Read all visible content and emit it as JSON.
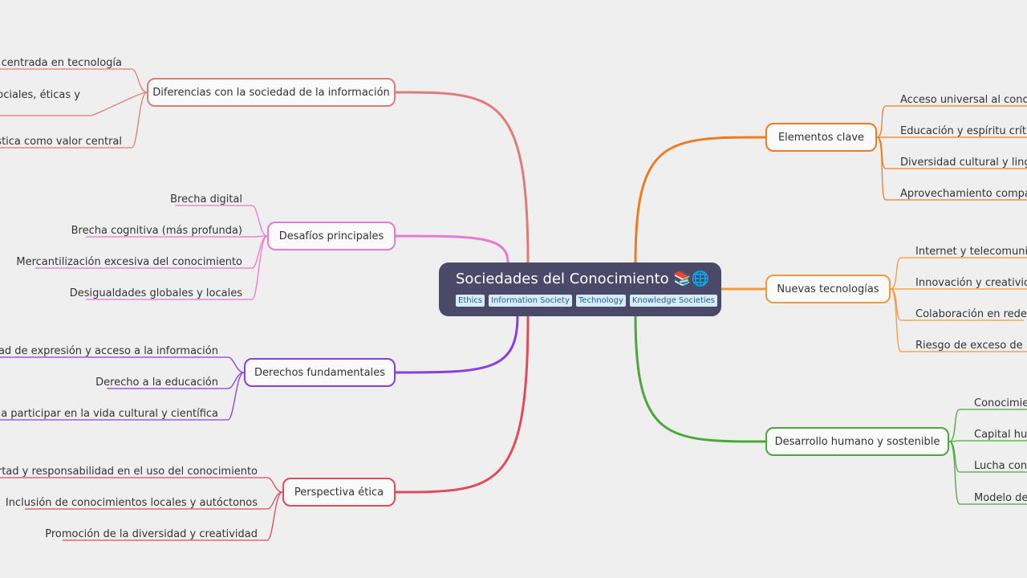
{
  "root": {
    "title": "Sociedades del Conocimiento 📚🌐",
    "tags": [
      "Ethics",
      "Information Society",
      "Technology",
      "Knowledge Societies"
    ]
  },
  "colors": {
    "background": "#efefef",
    "root_bg": "#4a4a68",
    "tag_bg": "#d7ecfa"
  },
  "branches": [
    {
      "id": "diferencias",
      "label": "Diferencias con la sociedad de la información",
      "color": "#e07b7b",
      "side": "left",
      "children": [
        "n: centrada en tecnología",
        "sociales, éticas y",
        "üística como valor central"
      ]
    },
    {
      "id": "desafios",
      "label": "Desafíos principales",
      "color": "#e878d0",
      "side": "left",
      "children": [
        "Brecha digital",
        "Brecha cognitiva (más profunda)",
        "Mercantilización excesiva del conocimiento",
        "Desigualdades globales y locales"
      ]
    },
    {
      "id": "derechos",
      "label": "Derechos fundamentales",
      "color": "#8a3de0",
      "side": "left",
      "children": [
        "bertad de expresión y acceso a la información",
        "Derecho a la educación",
        "echo a participar en la vida cultural y científica"
      ]
    },
    {
      "id": "etica",
      "label": "Perspectiva ética",
      "color": "#e04a5a",
      "side": "left",
      "children": [
        "Libertad y responsabilidad en el uso del conocimiento",
        "Inclusión de conocimientos locales y autóctonos",
        "Promoción de la diversidad y creatividad"
      ]
    },
    {
      "id": "elementos",
      "label": "Elementos clave",
      "color": "#f07a1e",
      "side": "right",
      "children": [
        "Acceso universal al conocim",
        "Educación y espíritu crítico",
        "Diversidad cultural y lingüí",
        "Aprovechamiento compart"
      ]
    },
    {
      "id": "tecnologias",
      "label": "Nuevas tecnologías",
      "color": "#f09a3a",
      "side": "right",
      "children": [
        "Internet y telecomunica",
        "Innovación y creatividad",
        "Colaboración en redes",
        "Riesgo de exceso de info"
      ]
    },
    {
      "id": "desarrollo",
      "label": "Desarrollo humano y sostenible",
      "color": "#4aa83a",
      "side": "right",
      "children": [
        "Conocimien",
        "Capital hum",
        "Lucha cont",
        "Modelo de"
      ]
    }
  ]
}
